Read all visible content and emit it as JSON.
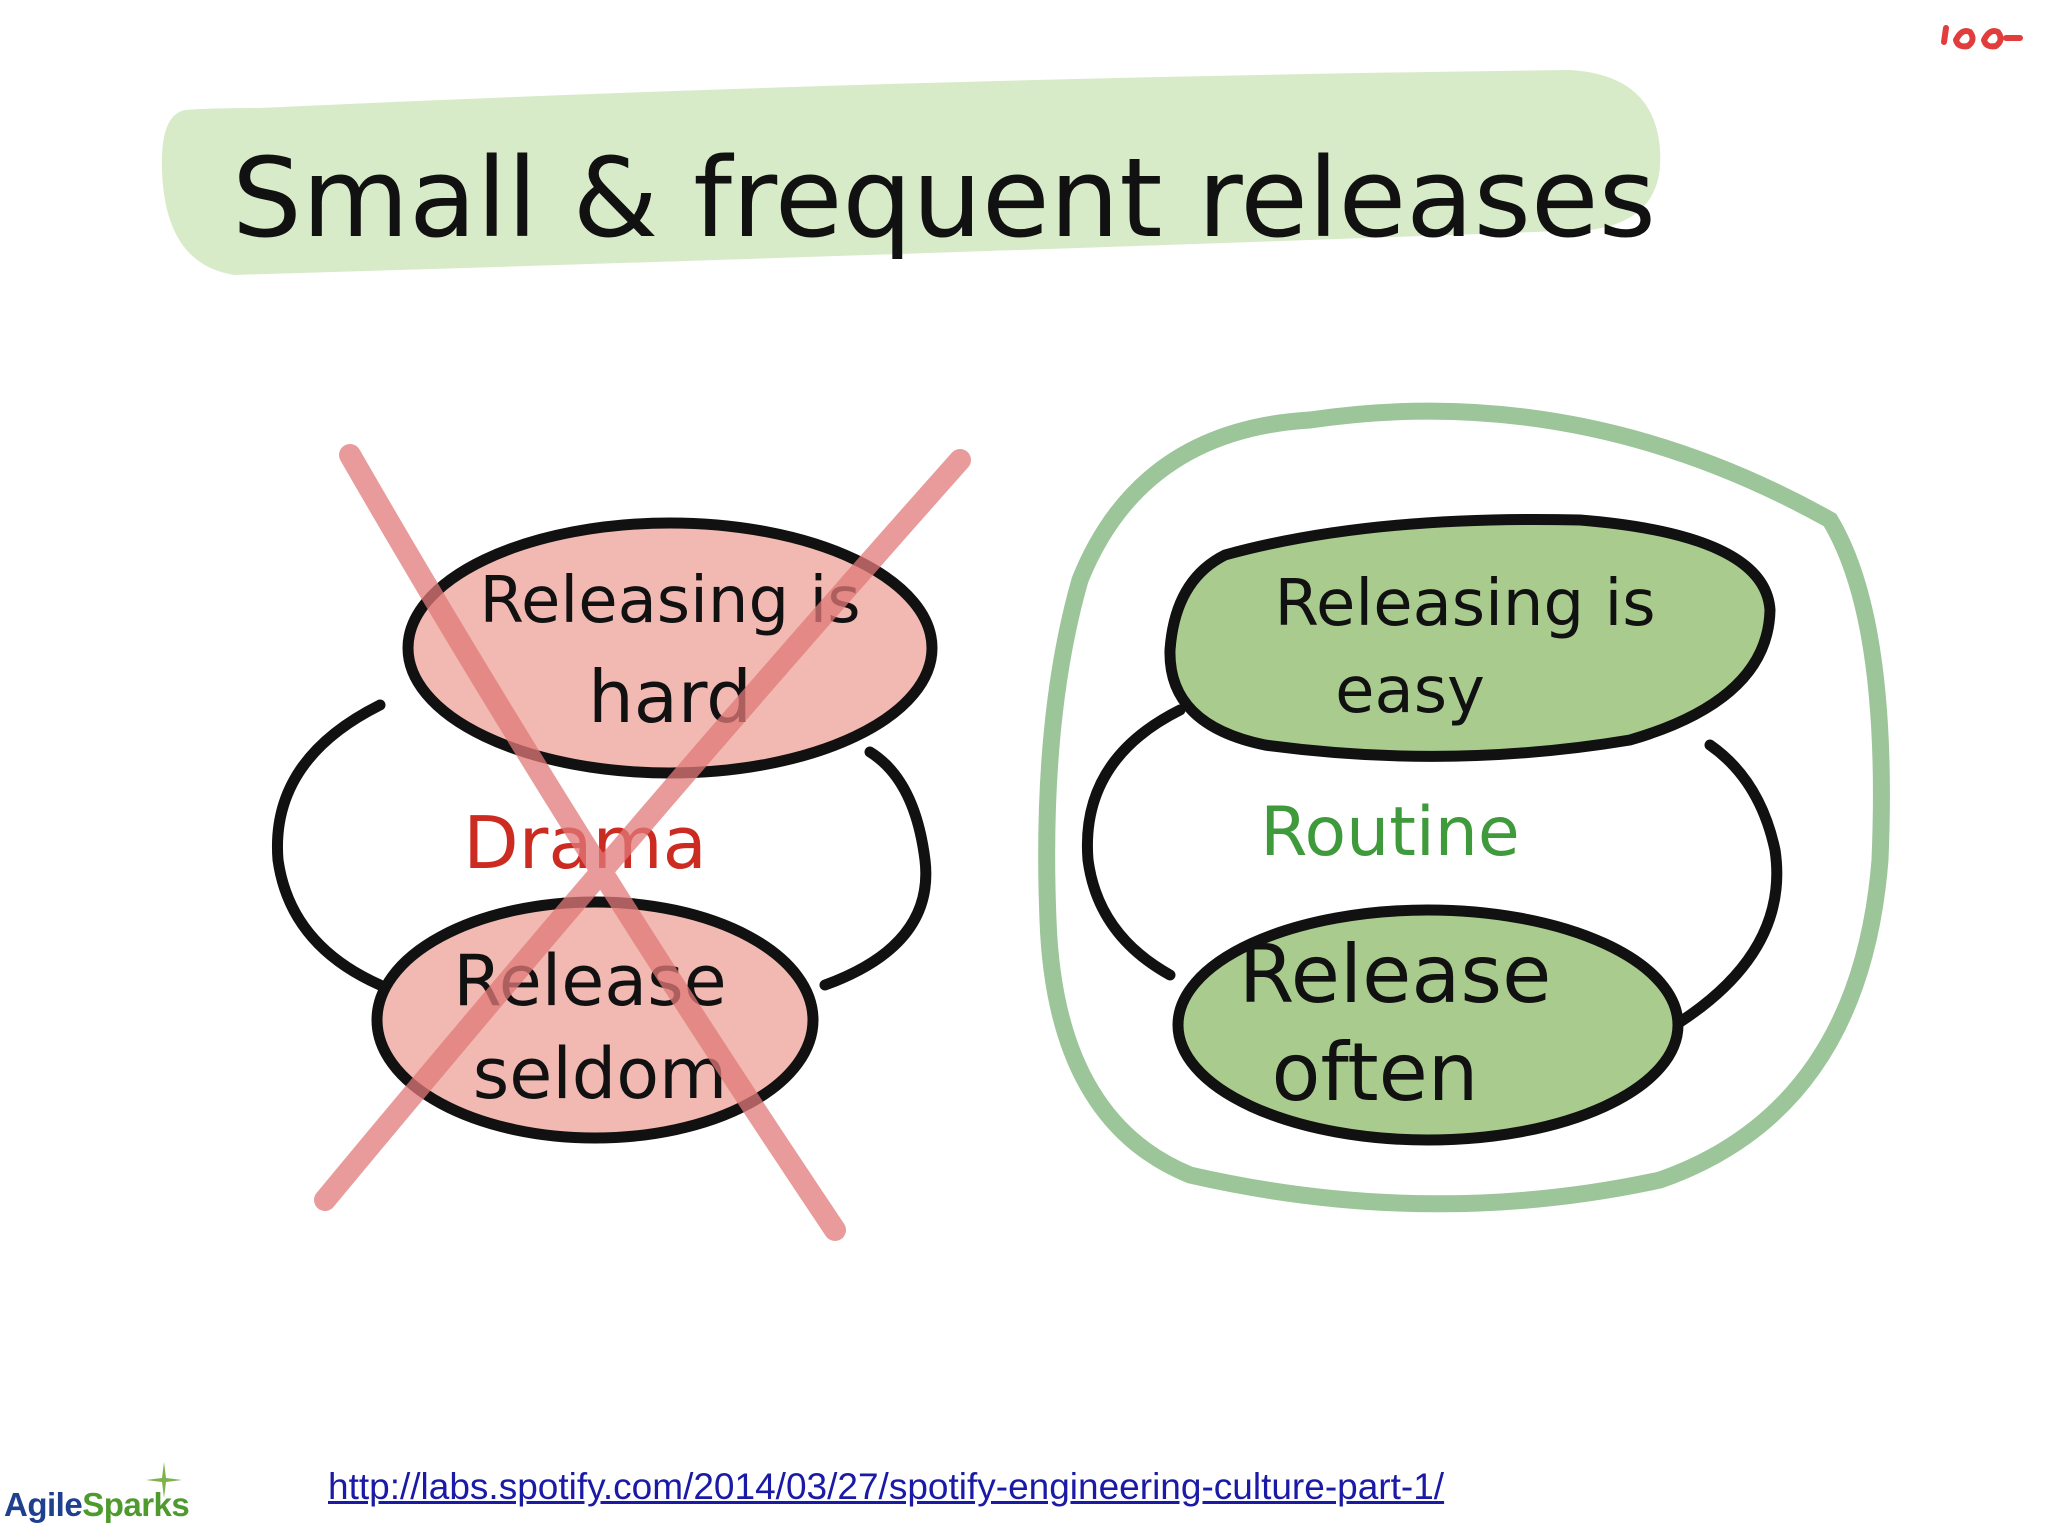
{
  "title": "Small & frequent releases",
  "bad_cycle": {
    "label": "Drama",
    "top_node": [
      "Releasing is",
      "hard"
    ],
    "bottom_node": [
      "Release",
      "seldom"
    ]
  },
  "good_cycle": {
    "label": "Routine",
    "top_node": [
      "Releasing is",
      "easy"
    ],
    "bottom_node": [
      "Release",
      "often"
    ]
  },
  "footer": {
    "link": "http://labs.spotify.com/2014/03/27/spotify-engineering-culture-part-1/",
    "logo_part1": "Agile",
    "logo_part2": "Sparks"
  },
  "colors": {
    "title_band": "#d8ebc9",
    "bad_fill": "#f1b9b2",
    "bad_label": "#cc2b22",
    "cross": "#e07a78",
    "good_fill": "#a9cc8e",
    "good_label": "#3e9a3a",
    "halo": "#9cc59a",
    "ink": "#111111"
  }
}
